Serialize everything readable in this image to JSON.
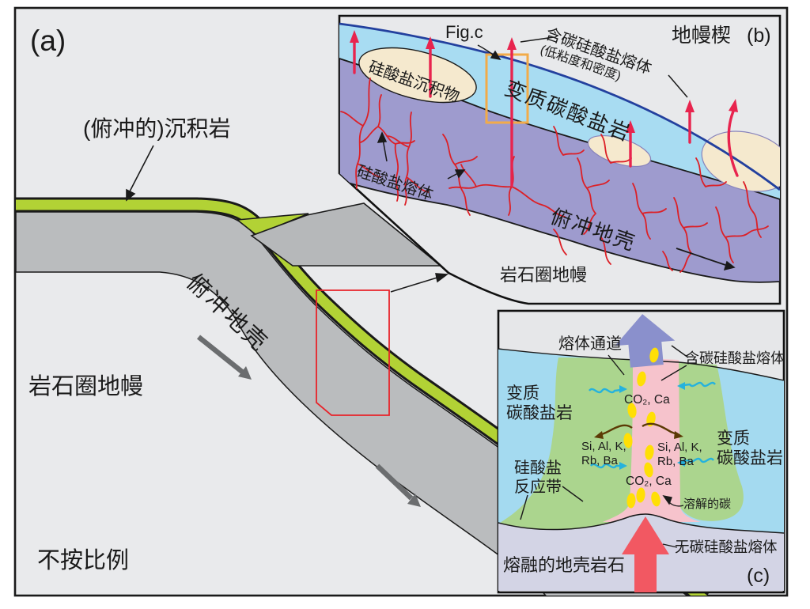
{
  "figure": {
    "panel_a": {
      "tag": "(a)",
      "labels": {
        "subducted_sediment": "(俯冲的)沉积岩",
        "subducting_crust": "俯冲地壳",
        "lithospheric_mantle": "岩石圈地幔",
        "not_to_scale": "不按比例"
      }
    },
    "panel_b": {
      "tag": "(b)",
      "labels": {
        "fig_c_ref": "Fig.c",
        "carbonated_silicate_melt": "含碳硅酸盐熔体",
        "carbonated_silicate_melt_note": "(低粘度和密度)",
        "mantle_wedge": "地幔楔",
        "silicate_sediment": "硅酸盐沉积物",
        "metamorphic_carbonate": "变质碳酸盐岩",
        "silicate_melt": "硅酸盐熔体",
        "subducting_crust": "俯冲地壳",
        "lithospheric_mantle": "岩石圈地幔"
      }
    },
    "panel_c": {
      "tag": "(c)",
      "labels": {
        "melt_channel": "熔体通道",
        "carbonated_silicate_melt": "含碳硅酸盐熔体",
        "metamorphic_carbonate_line1": "变质",
        "metamorphic_carbonate_line2": "碳酸盐岩",
        "co2_ca": "CO₂, Ca",
        "elements_line1": "Si, Al, K,",
        "elements_line2": "Rb, Ba",
        "reaction_zone_line1": "硅酸盐",
        "reaction_zone_line2": "反应带",
        "dissolved_carbon": "溶解的碳",
        "carbon_free_silicate_melt": "无碳硅酸盐熔体",
        "molten_crustal_rocks": "熔融的地壳岩石"
      }
    },
    "colors": {
      "background": "#e9eaec",
      "slab_gray": "#babcbe",
      "sediment_green": "#b2d235",
      "crust_purple": "#9e9bce",
      "carbonate_blue": "#a8dcf2",
      "carbonate_blue_line": "#23409e",
      "cream_lens": "#f5e9ce",
      "melt_red": "#dc2027",
      "arrow_crimson": "#e8244e",
      "highlight_orange": "#f2ab49",
      "channel_pink": "#f6c3cc",
      "reaction_green": "#abd58e",
      "molten_lavender": "#d3d4e5",
      "ascent_purple": "#8a90cc",
      "ascent_red": "#f25862",
      "carbon_yellow": "#ffdf05",
      "flux_cyan": "#25b2dd",
      "flux_brown": "#5c3a05"
    }
  }
}
